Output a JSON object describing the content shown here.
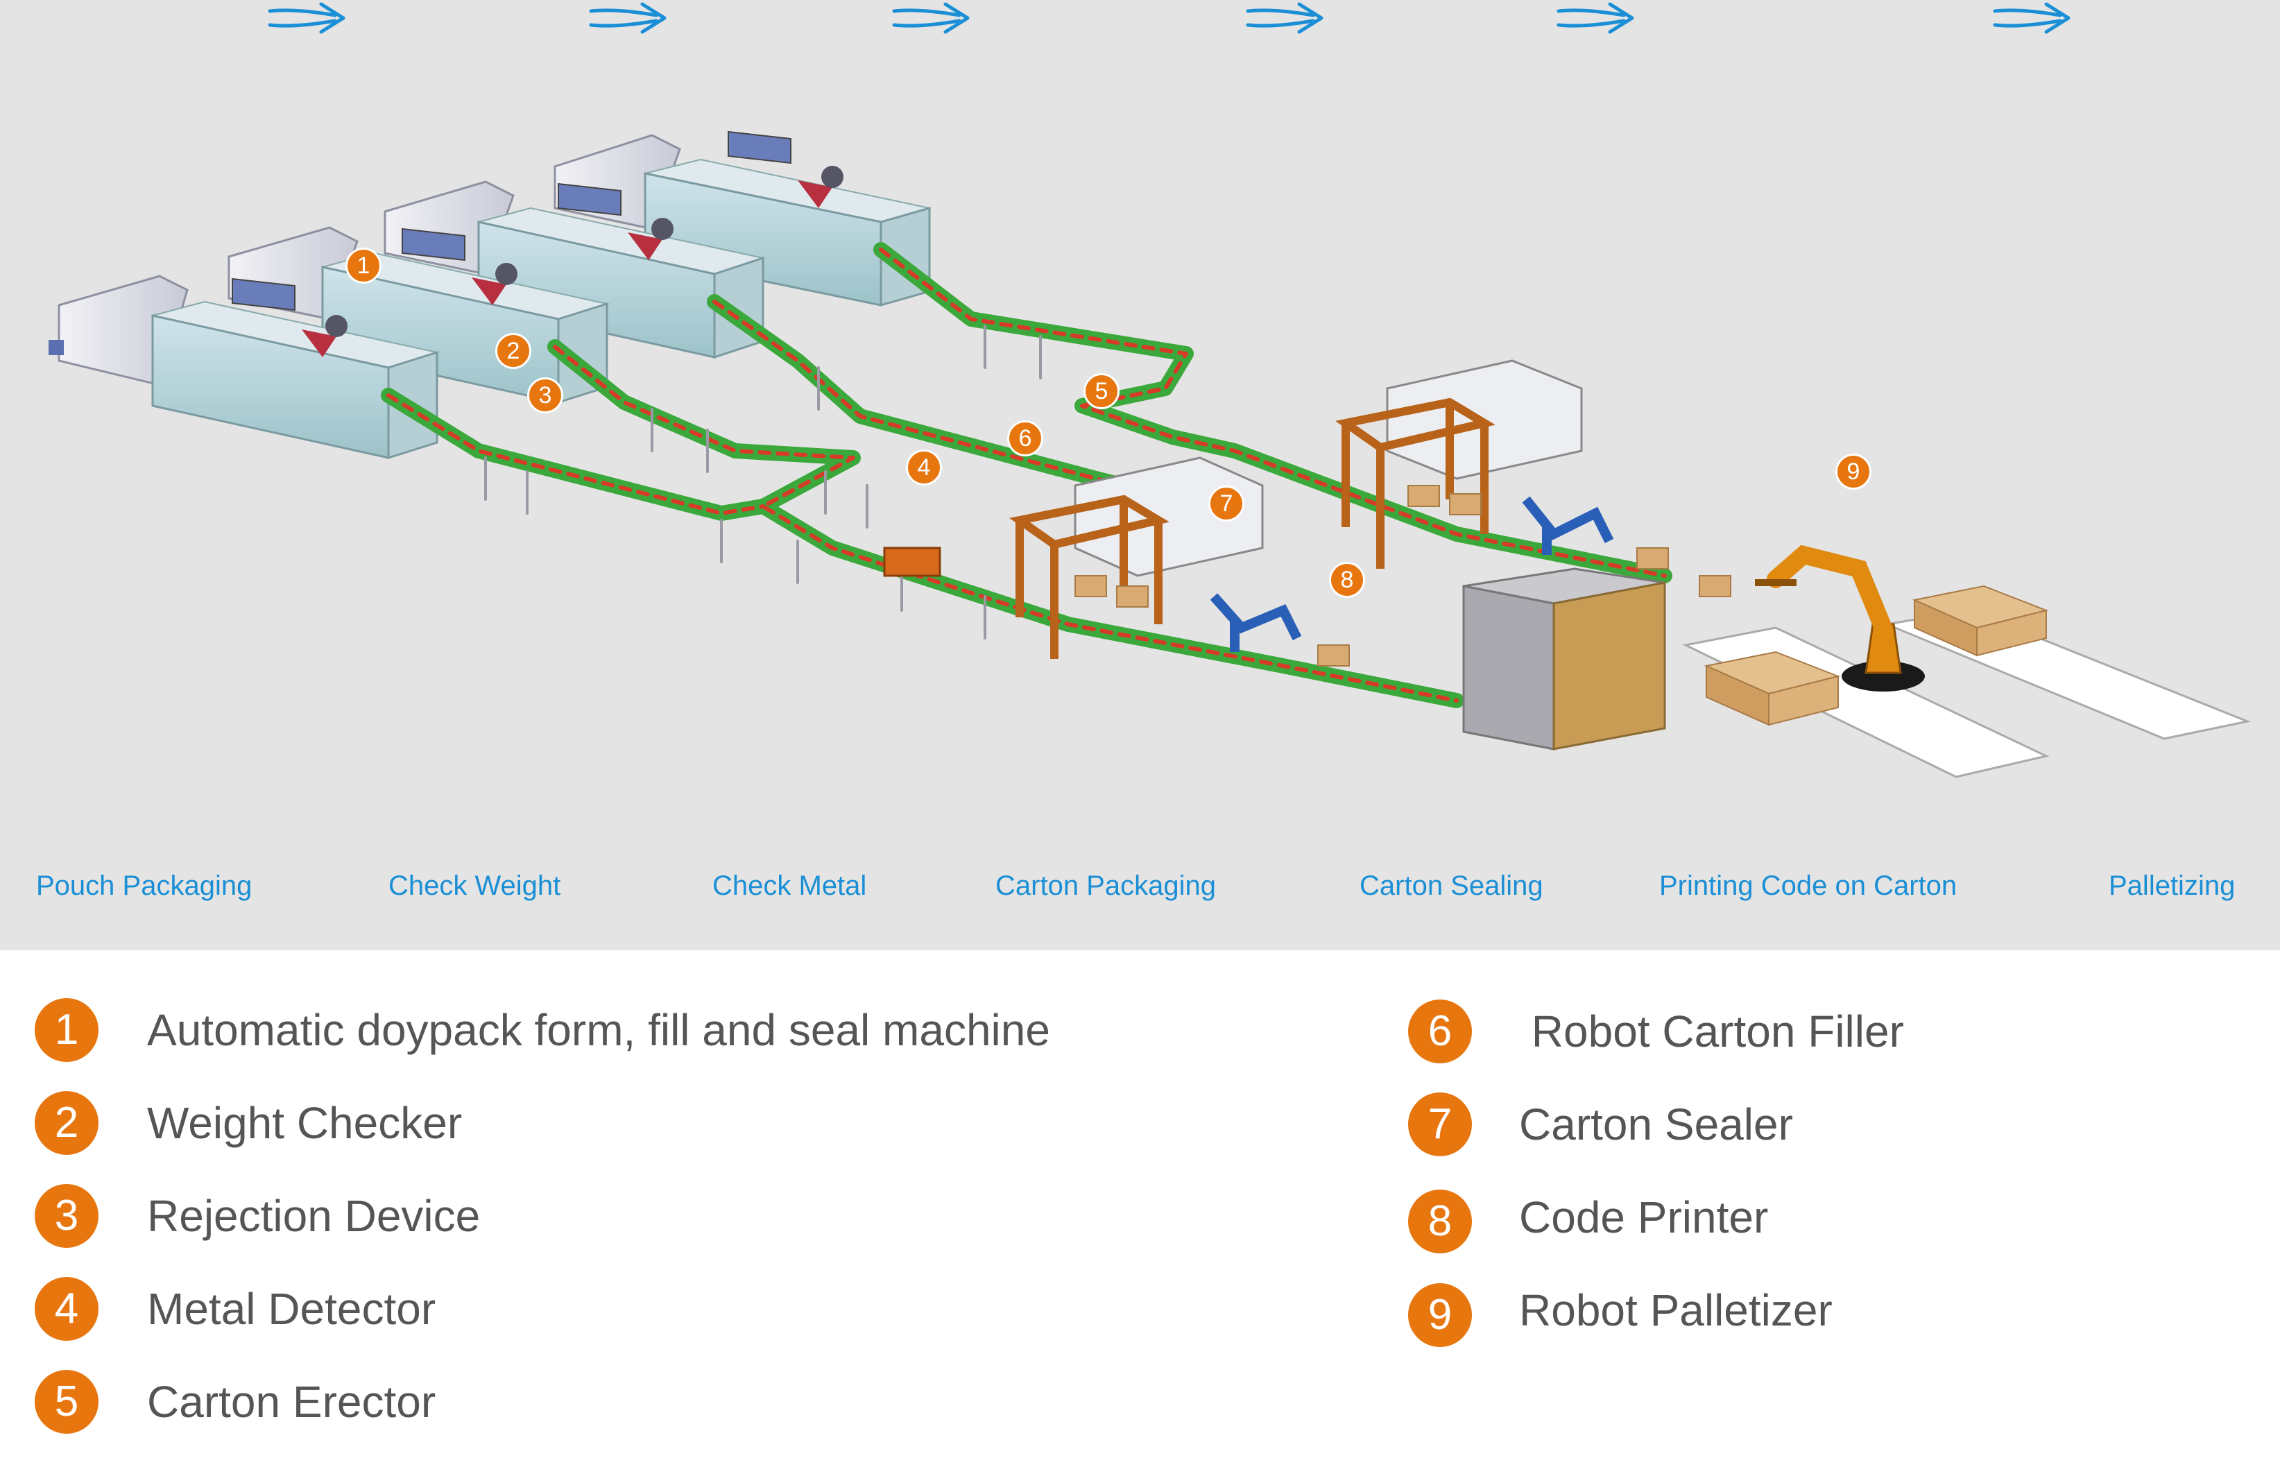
{
  "scene_markers": [
    "1",
    "2",
    "3",
    "4",
    "5",
    "6",
    "7",
    "8",
    "9"
  ],
  "process_flow": [
    "Pouch Packaging",
    "Check Weight",
    "Check Metal",
    "Carton Packaging",
    "Carton Sealing",
    "Printing Code on Carton",
    "Palletizing"
  ],
  "legend": [
    {
      "num": "1",
      "label": "Automatic doypack form, fill and seal machine"
    },
    {
      "num": "2",
      "label": "Weight Checker"
    },
    {
      "num": "3",
      "label": "Rejection Device"
    },
    {
      "num": "4",
      "label": "Metal Detector"
    },
    {
      "num": "5",
      "label": "Carton Erector"
    },
    {
      "num": "6",
      "label": " Robot Carton Filler"
    },
    {
      "num": "7",
      "label": "Carton Sealer"
    },
    {
      "num": "8",
      "label": "Code Printer"
    },
    {
      "num": "9",
      "label": "Robot Palletizer"
    }
  ],
  "colors": {
    "badge": "#e8760f",
    "flow_text": "#1a8fd6",
    "scene_bg": "#e4e4e4",
    "legend_text": "#555555",
    "conveyor_green": "#3aa83a",
    "conveyor_red": "#d83a2a",
    "frame_orange": "#b8621a",
    "robot_blue": "#2a5fb8",
    "palletizer": "#e08a10",
    "carton": "#d9ab72"
  }
}
